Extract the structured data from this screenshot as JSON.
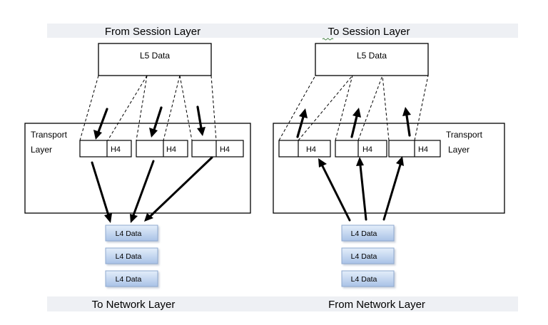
{
  "left": {
    "title": "From Session Layer",
    "data_label": "L5 Data",
    "layer_label_line1": "Transport",
    "layer_label_line2": "Layer",
    "segments": [
      "H4",
      "H4",
      "H4"
    ],
    "packets": [
      "L4 Data",
      "L4 Data",
      "L4 Data"
    ],
    "footer": "To Network Layer"
  },
  "right": {
    "title": "To Session Layer",
    "data_label": "L5 Data",
    "layer_label_line1": "Transport",
    "layer_label_line2": "Layer",
    "segments": [
      "H4",
      "H4",
      "H4"
    ],
    "packets": [
      "L4 Data",
      "L4 Data",
      "L4 Data"
    ],
    "footer": "From Network Layer"
  },
  "colors": {
    "stroke": "#000000",
    "caption_band": "#eef0f4",
    "packet_top": "#e4eefa",
    "packet_bottom": "#a9c2e6",
    "packet_border": "#8fa9cf"
  }
}
